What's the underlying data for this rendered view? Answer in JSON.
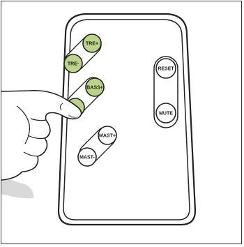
{
  "remote": {
    "buttons": {
      "treble_up": "TRE+",
      "treble_down": "TRE-",
      "bass_up": "BASS+",
      "bass_down": "",
      "master_up": "MAST+",
      "master_down": "MAST-",
      "reset": "RESET",
      "mute": "MUTE"
    }
  },
  "colors": {
    "highlight": "#bcd48a",
    "outline": "#222222",
    "body": "#ffffff",
    "skin_shadow": "#d9d9d9"
  },
  "icons": {
    "hand": "pointing-finger-icon"
  }
}
